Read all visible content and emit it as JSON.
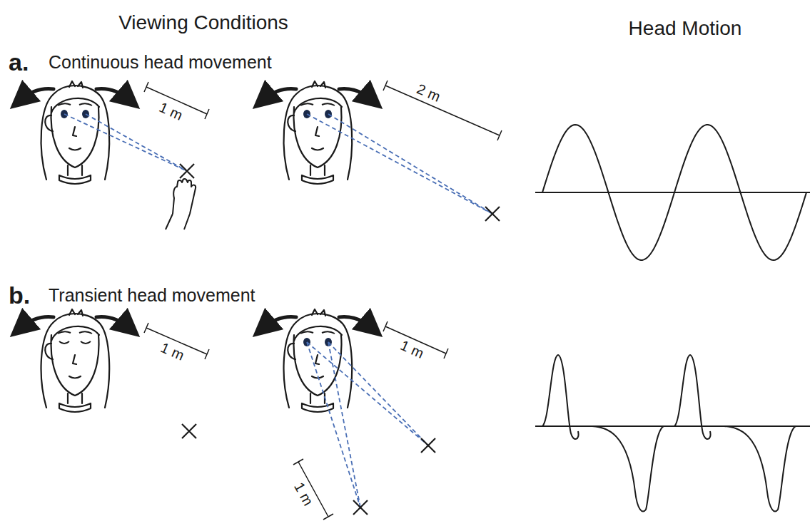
{
  "diagram": {
    "labels": [
      "Viewing Conditions",
      "Head Motion",
      "a.",
      "Continuous head movement",
      "1 m",
      "2 m",
      "b.",
      "Transient head movement",
      "1 m",
      "1 m",
      "1 m"
    ]
  }
}
